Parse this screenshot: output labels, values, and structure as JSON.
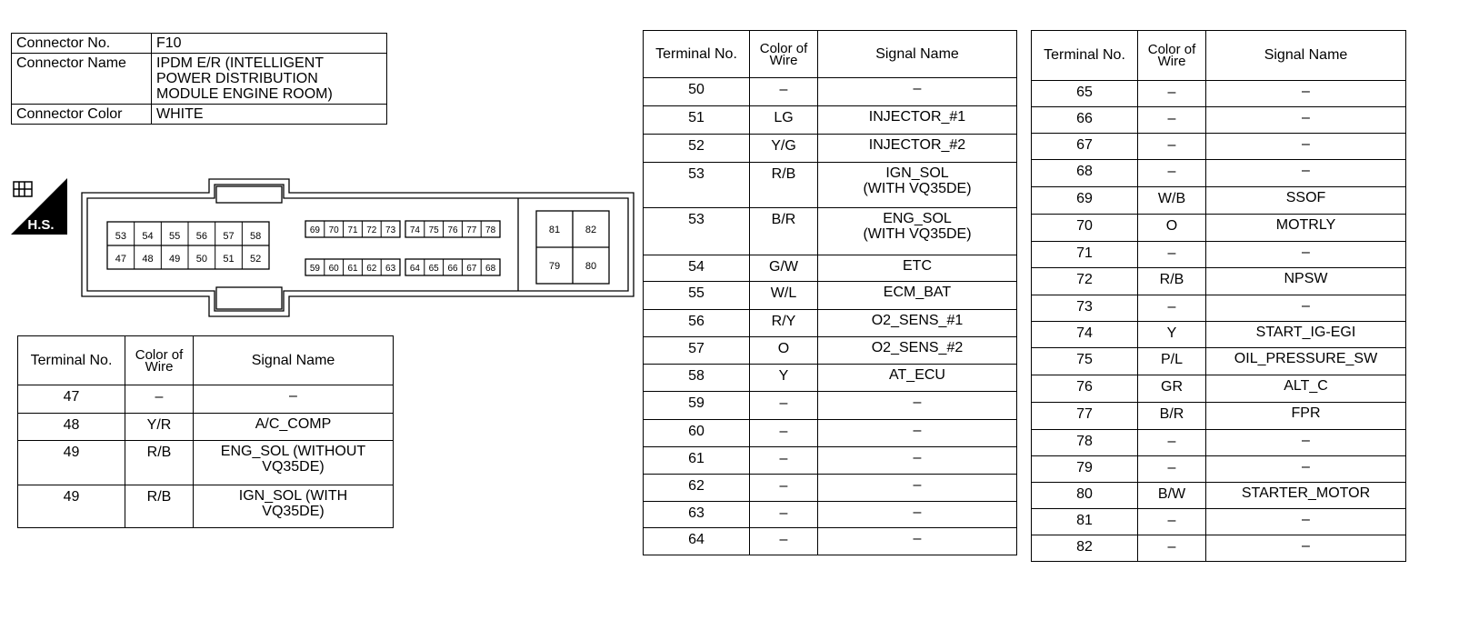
{
  "connector_info": {
    "no_label": "Connector No.",
    "no_value": "F10",
    "name_label": "Connector Name",
    "name_value_lines": [
      "IPDM E/R (INTELLIGENT",
      "POWER DISTRIBUTION",
      "MODULE ENGINE ROOM)"
    ],
    "color_label": "Connector Color",
    "color_value": "WHITE"
  },
  "hs_icon": {
    "label": "H.S.",
    "icon": "harness-side-connector-icon"
  },
  "connector_face": {
    "left_block": {
      "top": [
        "53",
        "54",
        "55",
        "56",
        "57",
        "58"
      ],
      "bottom": [
        "47",
        "48",
        "49",
        "50",
        "51",
        "52"
      ]
    },
    "mid_block": {
      "top_a": [
        "69",
        "70",
        "71",
        "72",
        "73"
      ],
      "top_b": [
        "74",
        "75",
        "76",
        "77",
        "78"
      ],
      "bottom_a": [
        "59",
        "60",
        "61",
        "62",
        "63"
      ],
      "bottom_b": [
        "64",
        "65",
        "66",
        "67",
        "68"
      ]
    },
    "right_block": {
      "top": [
        "81",
        "82"
      ],
      "bottom": [
        "79",
        "80"
      ]
    }
  },
  "headers": {
    "terminal": "Terminal No.",
    "color_line1": "Color of",
    "color_line2": "Wire",
    "signal": "Signal Name"
  },
  "table_left": [
    {
      "t": "47",
      "c": "–",
      "s": "–"
    },
    {
      "t": "48",
      "c": "Y/R",
      "s": "A/C_COMP"
    },
    {
      "t": "49",
      "c": "R/B",
      "s": "ENG_SOL (WITHOUT VQ35DE)",
      "s1": "ENG_SOL (WITHOUT",
      "s2": "VQ35DE)"
    },
    {
      "t": "49",
      "c": "R/B",
      "s": "IGN_SOL (WITH VQ35DE)",
      "s1": "IGN_SOL (WITH",
      "s2": "VQ35DE)"
    }
  ],
  "table_mid": [
    {
      "t": "50",
      "c": "–",
      "s": "–"
    },
    {
      "t": "51",
      "c": "LG",
      "s": "INJECTOR_#1"
    },
    {
      "t": "52",
      "c": "Y/G",
      "s": "INJECTOR_#2"
    },
    {
      "t": "53",
      "c": "R/B",
      "s": "IGN_SOL (WITH VQ35DE)",
      "s1": "IGN_SOL",
      "s2": "(WITH VQ35DE)"
    },
    {
      "t": "53",
      "c": "B/R",
      "s": "ENG_SOL (WITH VQ35DE)",
      "s1": "ENG_SOL",
      "s2": "(WITH VQ35DE)"
    },
    {
      "t": "54",
      "c": "G/W",
      "s": "ETC"
    },
    {
      "t": "55",
      "c": "W/L",
      "s": "ECM_BAT"
    },
    {
      "t": "56",
      "c": "R/Y",
      "s": "O2_SENS_#1"
    },
    {
      "t": "57",
      "c": "O",
      "s": "O2_SENS_#2"
    },
    {
      "t": "58",
      "c": "Y",
      "s": "AT_ECU"
    },
    {
      "t": "59",
      "c": "–",
      "s": "–"
    },
    {
      "t": "60",
      "c": "–",
      "s": "–"
    },
    {
      "t": "61",
      "c": "–",
      "s": "–"
    },
    {
      "t": "62",
      "c": "–",
      "s": "–"
    },
    {
      "t": "63",
      "c": "–",
      "s": "–"
    },
    {
      "t": "64",
      "c": "–",
      "s": "–"
    }
  ],
  "table_right": [
    {
      "t": "65",
      "c": "–",
      "s": "–"
    },
    {
      "t": "66",
      "c": "–",
      "s": "–"
    },
    {
      "t": "67",
      "c": "–",
      "s": "–"
    },
    {
      "t": "68",
      "c": "–",
      "s": "–"
    },
    {
      "t": "69",
      "c": "W/B",
      "s": "SSOF"
    },
    {
      "t": "70",
      "c": "O",
      "s": "MOTRLY"
    },
    {
      "t": "71",
      "c": "–",
      "s": "–"
    },
    {
      "t": "72",
      "c": "R/B",
      "s": "NPSW"
    },
    {
      "t": "73",
      "c": "–",
      "s": "–"
    },
    {
      "t": "74",
      "c": "Y",
      "s": "START_IG-EGI"
    },
    {
      "t": "75",
      "c": "P/L",
      "s": "OIL_PRESSURE_SW"
    },
    {
      "t": "76",
      "c": "GR",
      "s": "ALT_C"
    },
    {
      "t": "77",
      "c": "B/R",
      "s": "FPR"
    },
    {
      "t": "78",
      "c": "–",
      "s": "–"
    },
    {
      "t": "79",
      "c": "–",
      "s": "–"
    },
    {
      "t": "80",
      "c": "B/W",
      "s": "STARTER_MOTOR"
    },
    {
      "t": "81",
      "c": "–",
      "s": "–"
    },
    {
      "t": "82",
      "c": "–",
      "s": "–"
    }
  ]
}
